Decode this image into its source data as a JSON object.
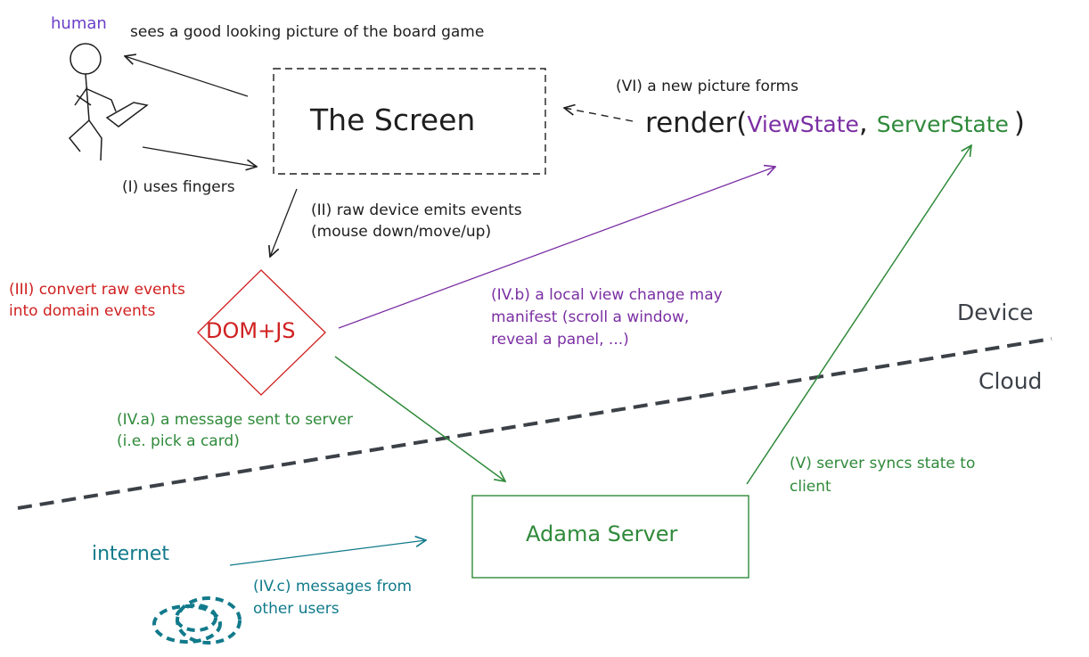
{
  "colors": {
    "black": "#1e1e1e",
    "purple": "#7b2fa3",
    "green": "#2f8a3a",
    "red": "#d02020",
    "teal": "#117a8b",
    "gray": "#3c4148",
    "human_label": "#6a3fc8"
  },
  "human": {
    "label": "human",
    "sees": "sees a good looking picture of the board game",
    "icon": "stick-figure-icon"
  },
  "screen": {
    "label": "The Screen"
  },
  "render": {
    "prefix": "render(",
    "view": "ViewState",
    "comma": ",",
    "server": "ServerState",
    "suffix": ")"
  },
  "domjs": {
    "label": "DOM+JS"
  },
  "server": {
    "label": "Adama Server"
  },
  "zones": {
    "device": "Device",
    "cloud": "Cloud"
  },
  "internet": {
    "label": "internet",
    "icon": "users-cloud-icon"
  },
  "steps": {
    "i": "(I) uses fingers",
    "ii_line1": "(II) raw device emits events",
    "ii_line2": "(mouse down/move/up)",
    "iii_line1": "(III) convert raw events",
    "iii_line2": "into domain events",
    "iva_line1": "(IV.a) a message sent to server",
    "iva_line2": "(i.e. pick a card)",
    "ivb_line1": "(IV.b) a local view change may",
    "ivb_line2": "manifest (scroll a window,",
    "ivb_line3": "reveal a panel, ...)",
    "ivc_line1": "(IV.c) messages from",
    "ivc_line2": "other users",
    "v_line1": "(V) server syncs state to",
    "v_line2": "client",
    "vi": "(VI) a new picture forms"
  }
}
